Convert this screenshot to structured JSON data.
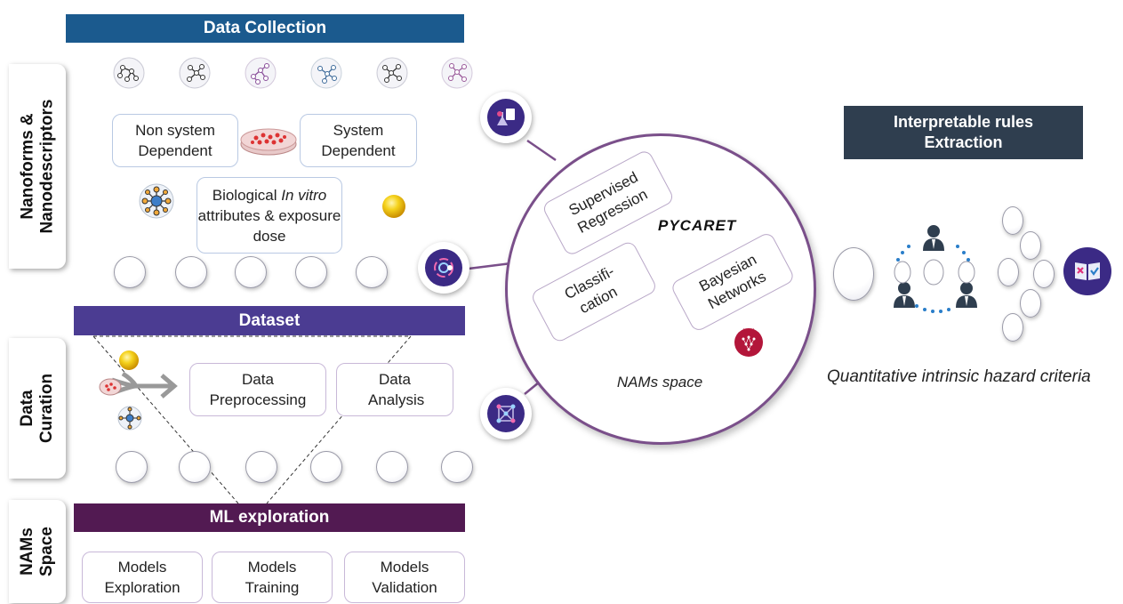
{
  "banners": {
    "data_collection": "Data Collection",
    "dataset": "Dataset",
    "ml_exploration": "ML exploration",
    "interpretable": "Interpretable rules Extraction"
  },
  "side_tabs": {
    "nanoforms": "Nanoforms & Nanodescriptors",
    "curation": "Data Curation",
    "nams": "NAMs Space"
  },
  "collection_boxes": {
    "non_system": "Non system Dependent",
    "system": "System Dependent",
    "biological_pre": "Biological ",
    "biological_em": "In vitro",
    "biological_post": " attributes & exposure dose"
  },
  "curation_boxes": {
    "preprocessing": "Data Preprocessing",
    "analysis": "Data Analysis"
  },
  "ml_boxes": {
    "exploration": "Models Exploration",
    "training": "Models Training",
    "validation": "Models Validation"
  },
  "circle": {
    "supervised": "Supervised Regression",
    "classification": "Classifi- cation",
    "bayesian": "Bayesian Networks",
    "pycaret_logo": "PYCARET",
    "caption": "NAMs space"
  },
  "hazard_caption": "Quantitative intrinsic hazard criteria",
  "colors": {
    "blue_banner": "#1b5a8e",
    "dataset_banner": "#4b3c92",
    "ml_banner": "#521a52",
    "interpretable_banner": "#2f3e4f",
    "circle_border": "#7a4f8a",
    "badge_inner": "#3b2a85"
  },
  "icons": [
    "molecule-icon",
    "petri-dish-icon",
    "network-icon",
    "nanoparticle-icon",
    "lab-flask-icon",
    "gear-cycle-icon",
    "node-grid-icon",
    "arrow-icon",
    "pomegranate-logo-icon",
    "person-icon",
    "checklist-icon"
  ]
}
